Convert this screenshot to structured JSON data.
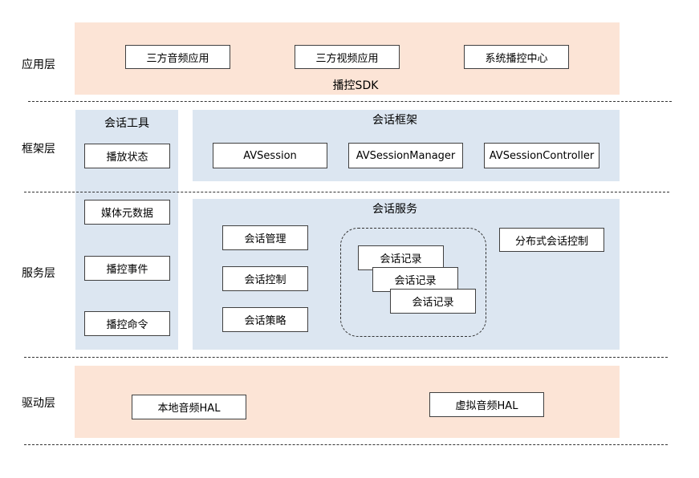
{
  "layers": {
    "application": "应用层",
    "framework": "框架层",
    "service": "服务层",
    "driver": "驱动层"
  },
  "app_layer": {
    "apps": [
      "三方音频应用",
      "三方视频应用",
      "系统播控中心"
    ],
    "sdk_label": "播控SDK"
  },
  "session_tools": {
    "title": "会话工具",
    "items": [
      "播放状态",
      "媒体元数据",
      "播控事件",
      "播控命令"
    ]
  },
  "session_framework": {
    "title": "会话框架",
    "items": [
      "AVSession",
      "AVSessionManager",
      "AVSessionController"
    ]
  },
  "session_service": {
    "title": "会话服务",
    "items": [
      "会话管理",
      "会话控制",
      "会话策略"
    ],
    "records": [
      "会话记录",
      "会话记录",
      "会话记录"
    ],
    "distributed": "分布式会话控制"
  },
  "driver_layer": {
    "items": [
      "本地音频HAL",
      "虚拟音频HAL"
    ]
  },
  "colors": {
    "orange_panel": "#fce4d6",
    "blue_panel": "#dce6f1"
  }
}
